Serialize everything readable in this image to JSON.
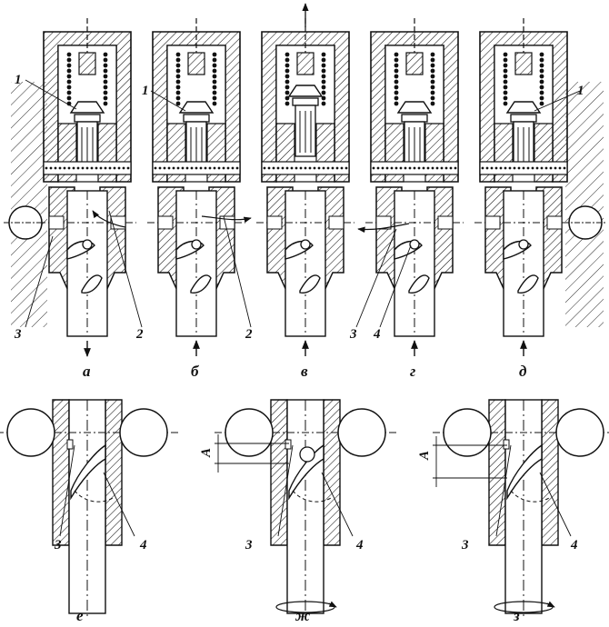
{
  "colors": {
    "ink": "#111111",
    "paper": "#ffffff"
  },
  "figure": {
    "top_units": [
      {
        "caption": "а",
        "callouts": [
          "1",
          "2",
          "3"
        ]
      },
      {
        "caption": "б",
        "callouts": [
          "1",
          "2"
        ]
      },
      {
        "caption": "в",
        "callouts": []
      },
      {
        "caption": "г",
        "callouts": [
          "3",
          "4"
        ]
      },
      {
        "caption": "д",
        "callouts": [
          "1"
        ]
      }
    ],
    "bottom_details": [
      {
        "caption": "е",
        "callouts": [
          "3",
          "4"
        ],
        "dim": ""
      },
      {
        "caption": "ж",
        "callouts": [
          "3",
          "4"
        ],
        "dim": "A"
      },
      {
        "caption": "з",
        "callouts": [
          "3",
          "4"
        ],
        "dim": "A"
      }
    ]
  }
}
